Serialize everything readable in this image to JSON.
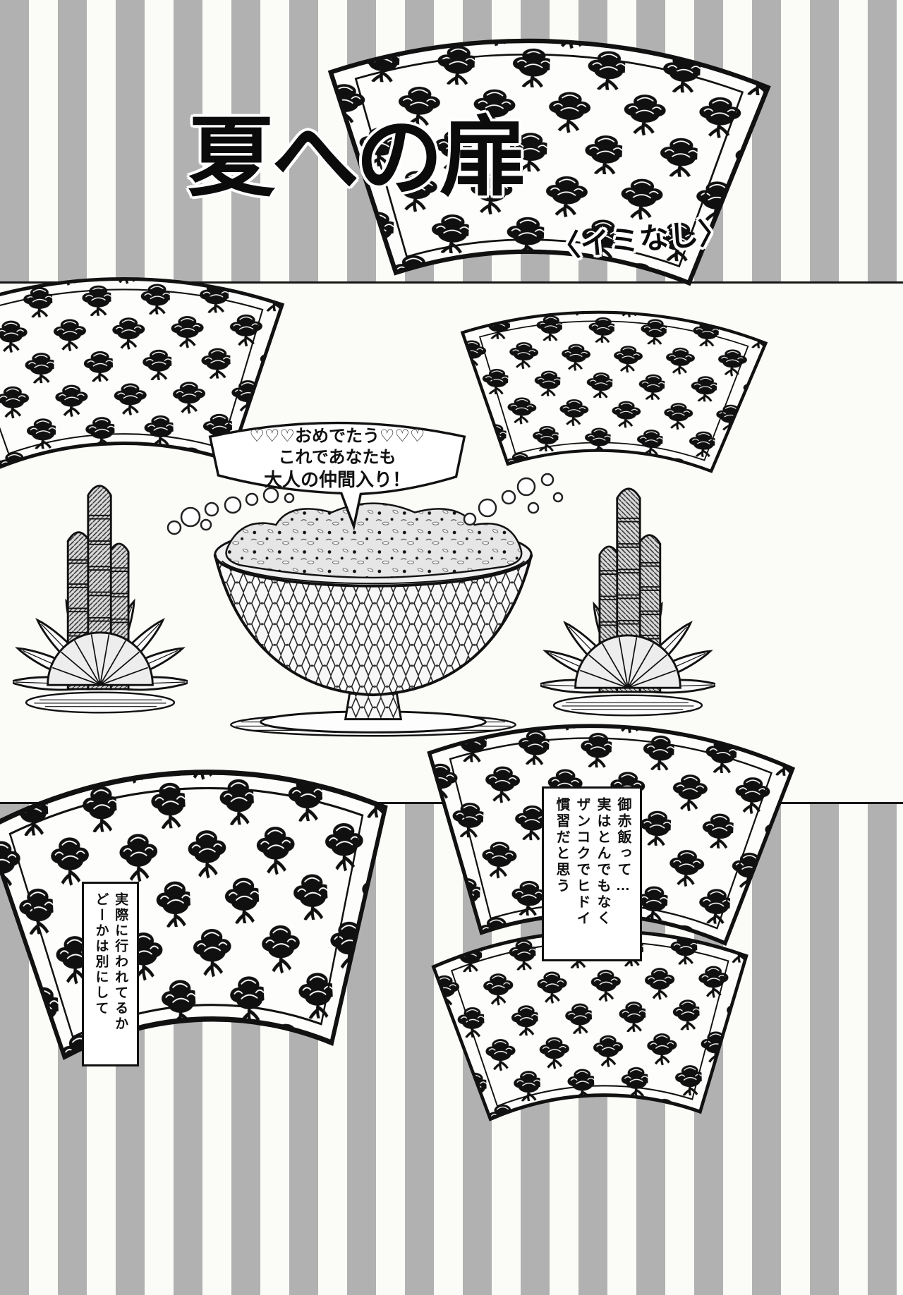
{
  "title": "夏への扉",
  "subtitle": "〈イミなし〉",
  "banner": {
    "lines": [
      "♡♡♡おめでたう♡♡♡",
      "これであなたも",
      "大人の仲間入り！"
    ]
  },
  "captions": {
    "right": {
      "lines": [
        "御赤飯って…",
        "実はとんでもなく",
        "ザンコクでヒドイ",
        "慣習だと思う"
      ]
    },
    "left": {
      "lines": [
        "実際に行われてるか",
        "どーかは別にして"
      ]
    }
  },
  "colors": {
    "ink": "#111111",
    "stripe_gray": "#b1b1b1",
    "paper": "#fbfbf8"
  }
}
